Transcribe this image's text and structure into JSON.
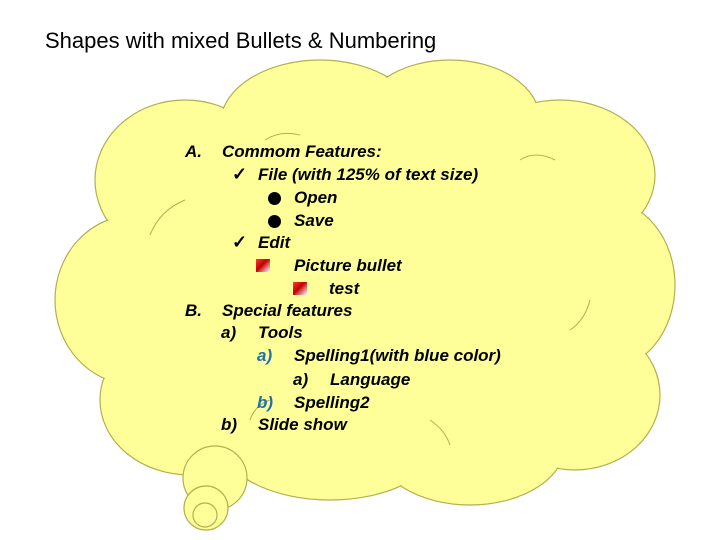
{
  "title": "Shapes with mixed Bullets & Numbering",
  "lines": [
    {
      "marker": "A.",
      "text": "Commom Features:"
    },
    {
      "marker": "check",
      "text": "File (with 125% of text size)"
    },
    {
      "marker": "dot",
      "text": "Open"
    },
    {
      "marker": "dot",
      "text": "Save"
    },
    {
      "marker": "check",
      "text": "Edit"
    },
    {
      "marker": "picture",
      "text": "Picture bullet"
    },
    {
      "marker": "picture",
      "text": "test"
    },
    {
      "marker": "B.",
      "text": "Special features"
    },
    {
      "marker": "a)",
      "text": "Tools"
    },
    {
      "marker": "a)",
      "text": "Spelling1(with blue color)"
    },
    {
      "marker": "a)",
      "text": "Language"
    },
    {
      "marker": "b)",
      "text": "Spelling2"
    },
    {
      "marker": "b)",
      "text": "Slide show"
    }
  ],
  "colors": {
    "cloud_fill": "#ffff99",
    "cloud_outline": "#b0b050",
    "blue_number": "#1f6fa8"
  }
}
